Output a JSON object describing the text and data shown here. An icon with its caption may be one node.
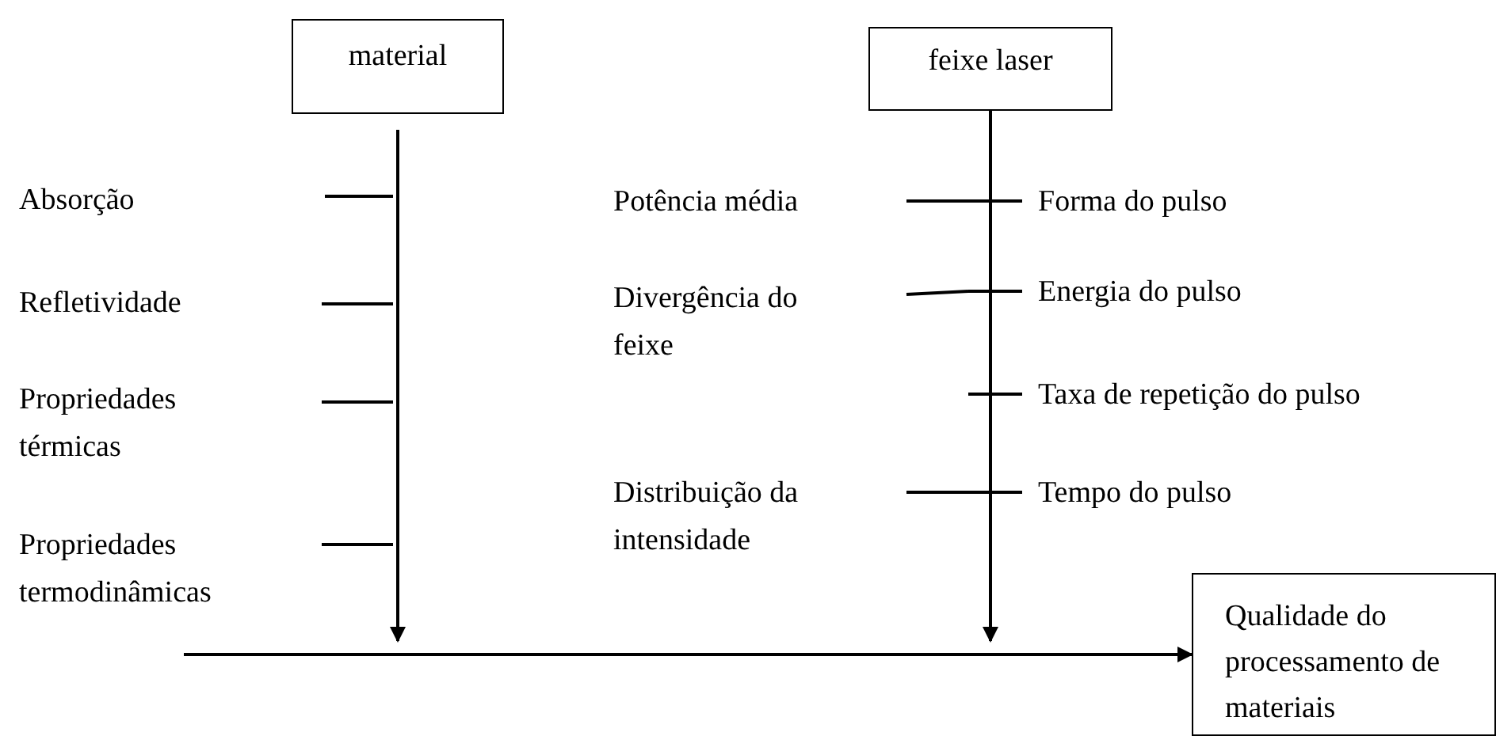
{
  "diagram": {
    "nodes": [
      {
        "text": [
          "material"
        ]
      },
      {
        "text": [
          "feixe laser"
        ]
      },
      {
        "text": [
          "Qualidade do processamento de materiais"
        ]
      }
    ],
    "edges": [
      {
        "from": 0,
        "to": null,
        "arrow": "to"
      },
      {
        "from": 1,
        "to": null,
        "arrow": "to"
      },
      {
        "from": null,
        "to": 2,
        "arrow": "to"
      }
    ],
    "labels": [
      "Absorção",
      "Potência média",
      "Forma do pulso",
      "Refletividade",
      "Divergência do feixe",
      "Energia do pulso",
      "Taxa de repetição do pulso",
      "Propriedades térmicas",
      "Distribuição da intensidade",
      "Tempo do pulso",
      "Propriedades termodinâmicas"
    ]
  }
}
